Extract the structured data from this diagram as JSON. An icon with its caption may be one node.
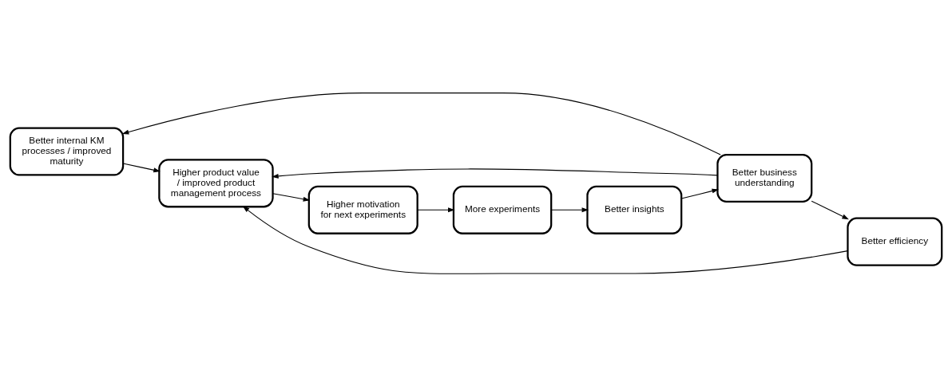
{
  "diagram": {
    "nodes": [
      {
        "text": [
          "Better internal KM processes / improved maturity"
        ]
      },
      {
        "text": [
          "Higher product value / improved product management process"
        ]
      },
      {
        "text": [
          "Better efficiency"
        ]
      },
      {
        "text": [
          "Higher motivation for next experiments"
        ]
      },
      {
        "text": [
          "More experiments"
        ]
      },
      {
        "text": [
          "Better insights"
        ]
      },
      {
        "text": [
          "Better business understanding"
        ]
      }
    ],
    "edges": [
      {
        "from": 0,
        "to": 1,
        "arrow": "to"
      },
      {
        "from": 2,
        "to": 1,
        "arrow": "to"
      },
      {
        "from": 1,
        "to": 3,
        "arrow": "to"
      },
      {
        "from": 3,
        "to": 4,
        "arrow": "to"
      },
      {
        "from": 4,
        "to": 5,
        "arrow": "to"
      },
      {
        "from": 5,
        "to": 6,
        "arrow": "to"
      },
      {
        "from": 6,
        "to": 0,
        "arrow": "to"
      },
      {
        "from": 6,
        "to": 1,
        "arrow": "to"
      },
      {
        "from": 6,
        "to": 2,
        "arrow": "to"
      }
    ]
  }
}
